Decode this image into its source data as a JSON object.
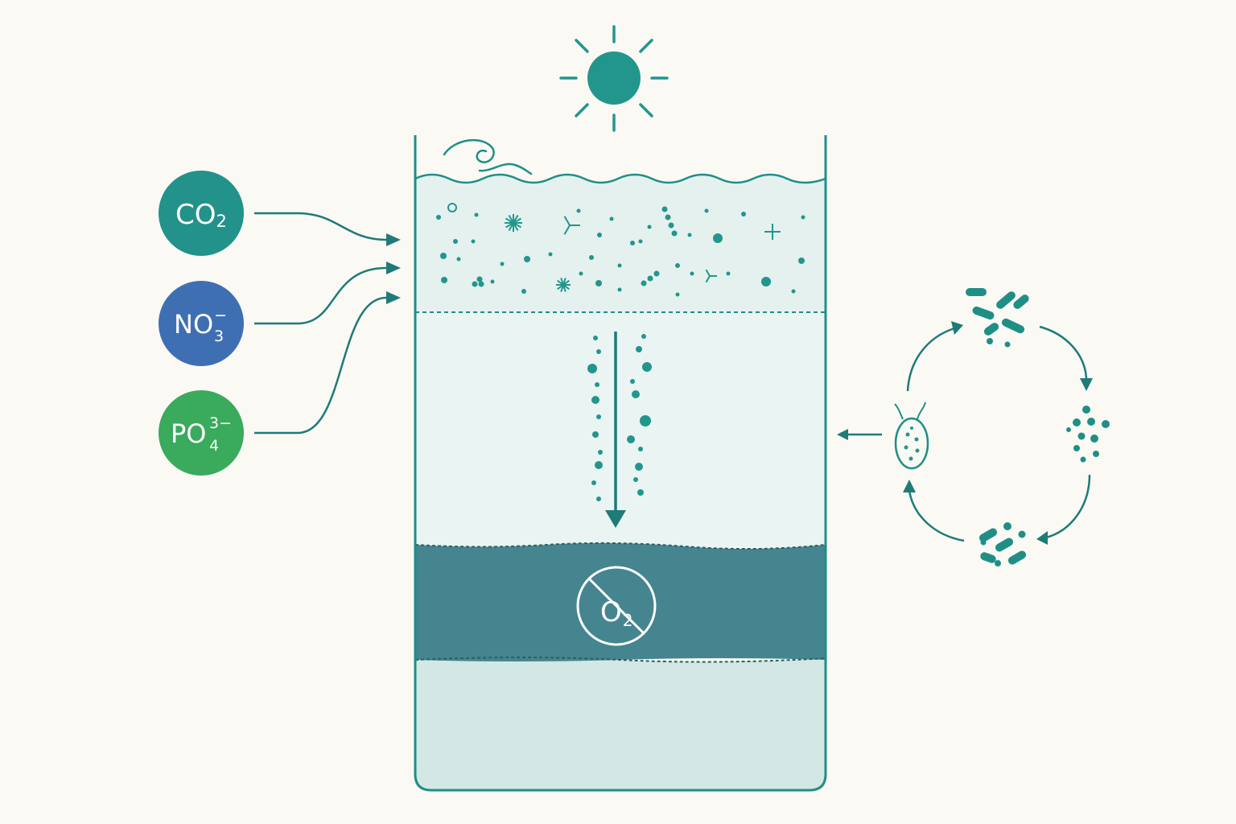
{
  "colors": {
    "background": "#faf9f4",
    "teal": "#1f8f86",
    "teal_dark": "#1e7b78",
    "blue": "#3f6fb3",
    "green": "#3aaa5c",
    "water_top": "#e4f1ef",
    "water_mid": "#eaf4f2",
    "anoxic": "#45858f",
    "sediment": "#d3e7e4",
    "white": "#ffffff"
  },
  "nutrients": [
    {
      "base": "CO",
      "sub": "2",
      "sup": "",
      "color": "#22928a"
    },
    {
      "base": "NO",
      "sub": "3",
      "sup": "−",
      "color": "#3f6fb3"
    },
    {
      "base": "PO",
      "sub": "4",
      "sup": "3−",
      "color": "#3aaa5c"
    }
  ],
  "anoxic_label": {
    "base": "O",
    "sub": "2"
  },
  "icons": {
    "sun": "sun-icon",
    "wave": "wave-icon",
    "no_oxygen": "no-oxygen-icon",
    "cell": "microbe-cell-icon",
    "bacteria": "bacteria-cluster-icon"
  }
}
